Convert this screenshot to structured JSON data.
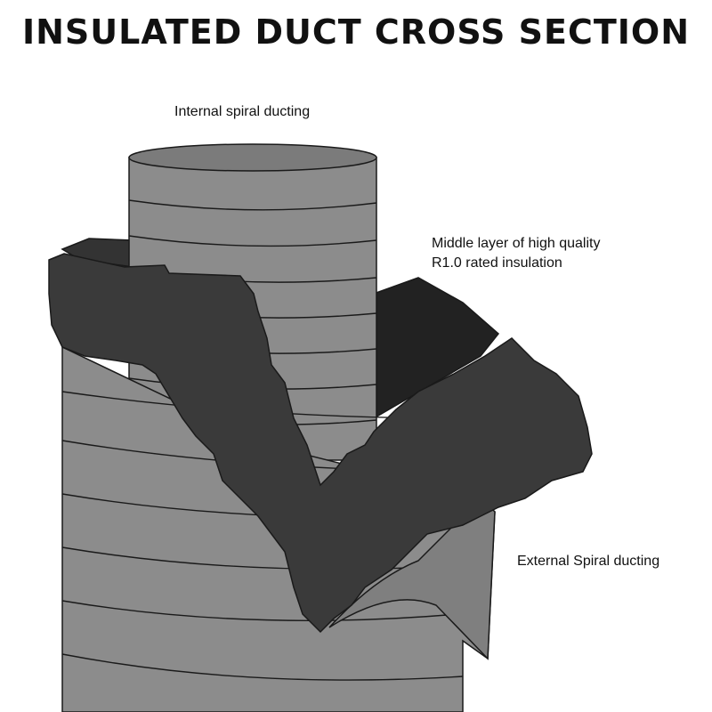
{
  "title": "INSULATED DUCT CROSS SECTION",
  "labels": {
    "internal": "Internal spiral ducting",
    "middle_line1": "Middle layer of high quality",
    "middle_line2": "R1.0 rated insulation",
    "external": "External Spiral ducting"
  },
  "colors": {
    "duct_gray": "#8c8c8c",
    "duct_top": "#7b7b7b",
    "insulation_dark": "#3a3a3a",
    "insulation_shadow": "#222222",
    "seam": "#1a1a1a",
    "text": "#111111"
  }
}
